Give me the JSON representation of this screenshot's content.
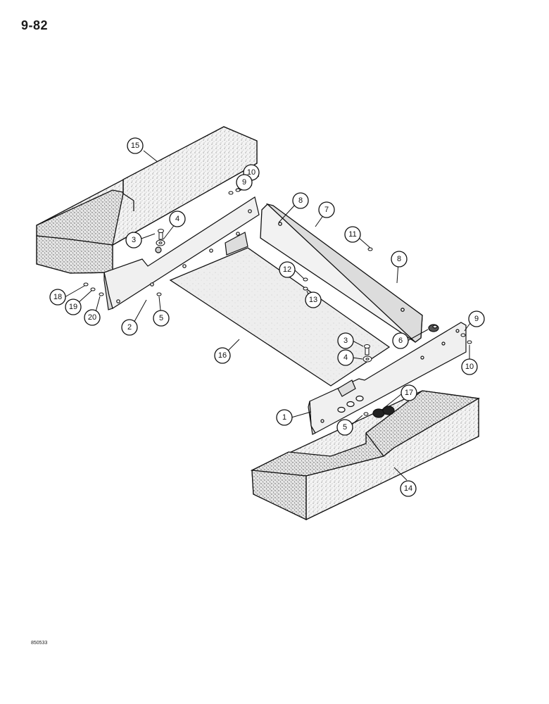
{
  "page": {
    "number": "9-82",
    "drawing_code": "850533"
  },
  "callouts": {
    "c1": "1",
    "c2": "2",
    "c3a": "3",
    "c3b": "3",
    "c4a": "4",
    "c4b": "4",
    "c5a": "5",
    "c5b": "5",
    "c6": "6",
    "c7": "7",
    "c8a": "8",
    "c8b": "8",
    "c9a": "9",
    "c9b": "9",
    "c10a": "10",
    "c10b": "10",
    "c11": "11",
    "c12": "12",
    "c13": "13",
    "c14": "14",
    "c15": "15",
    "c16": "16",
    "c17": "17",
    "c18": "18",
    "c19": "19",
    "c20": "20"
  },
  "colors": {
    "ink": "#111111",
    "paper": "#ffffff",
    "stipple": "#8a8a8a"
  }
}
